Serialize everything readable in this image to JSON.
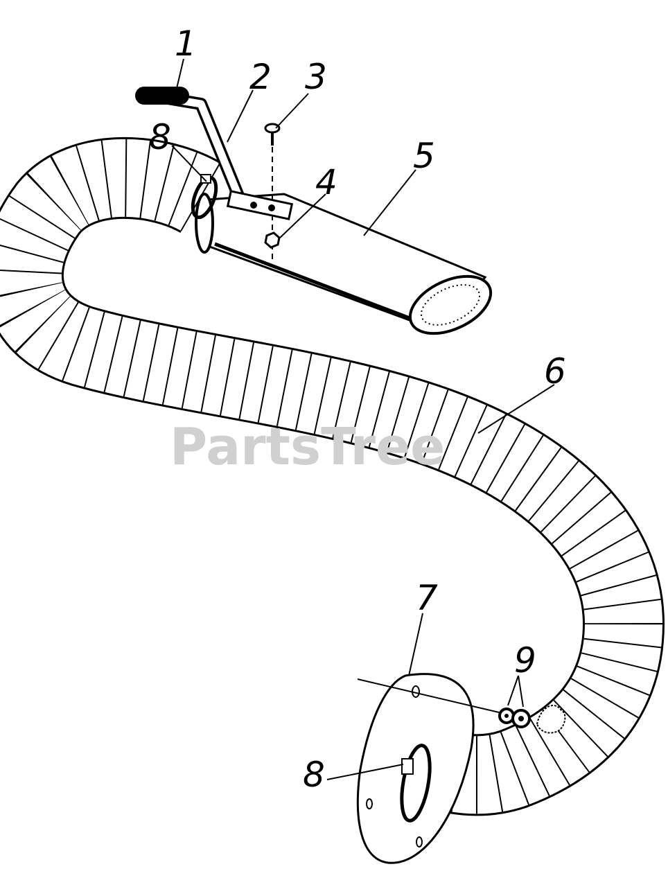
{
  "watermark": "PartsTree",
  "callouts": [
    {
      "id": "1",
      "label": "1",
      "part": "handle-grip"
    },
    {
      "id": "2",
      "label": "2",
      "part": "handle"
    },
    {
      "id": "3",
      "label": "3",
      "part": "screw"
    },
    {
      "id": "4",
      "label": "4",
      "part": "nut"
    },
    {
      "id": "5",
      "label": "5",
      "part": "nozzle"
    },
    {
      "id": "6",
      "label": "6",
      "part": "hose"
    },
    {
      "id": "7",
      "label": "7",
      "part": "mounting-plate"
    },
    {
      "id": "8a",
      "label": "8",
      "part": "hose-clamp-top"
    },
    {
      "id": "8b",
      "label": "8",
      "part": "hose-clamp-bottom"
    },
    {
      "id": "9",
      "label": "9",
      "part": "washers"
    }
  ],
  "colors": {
    "ink": "#000000",
    "watermark": "#d0d0d0",
    "background": "#ffffff"
  }
}
